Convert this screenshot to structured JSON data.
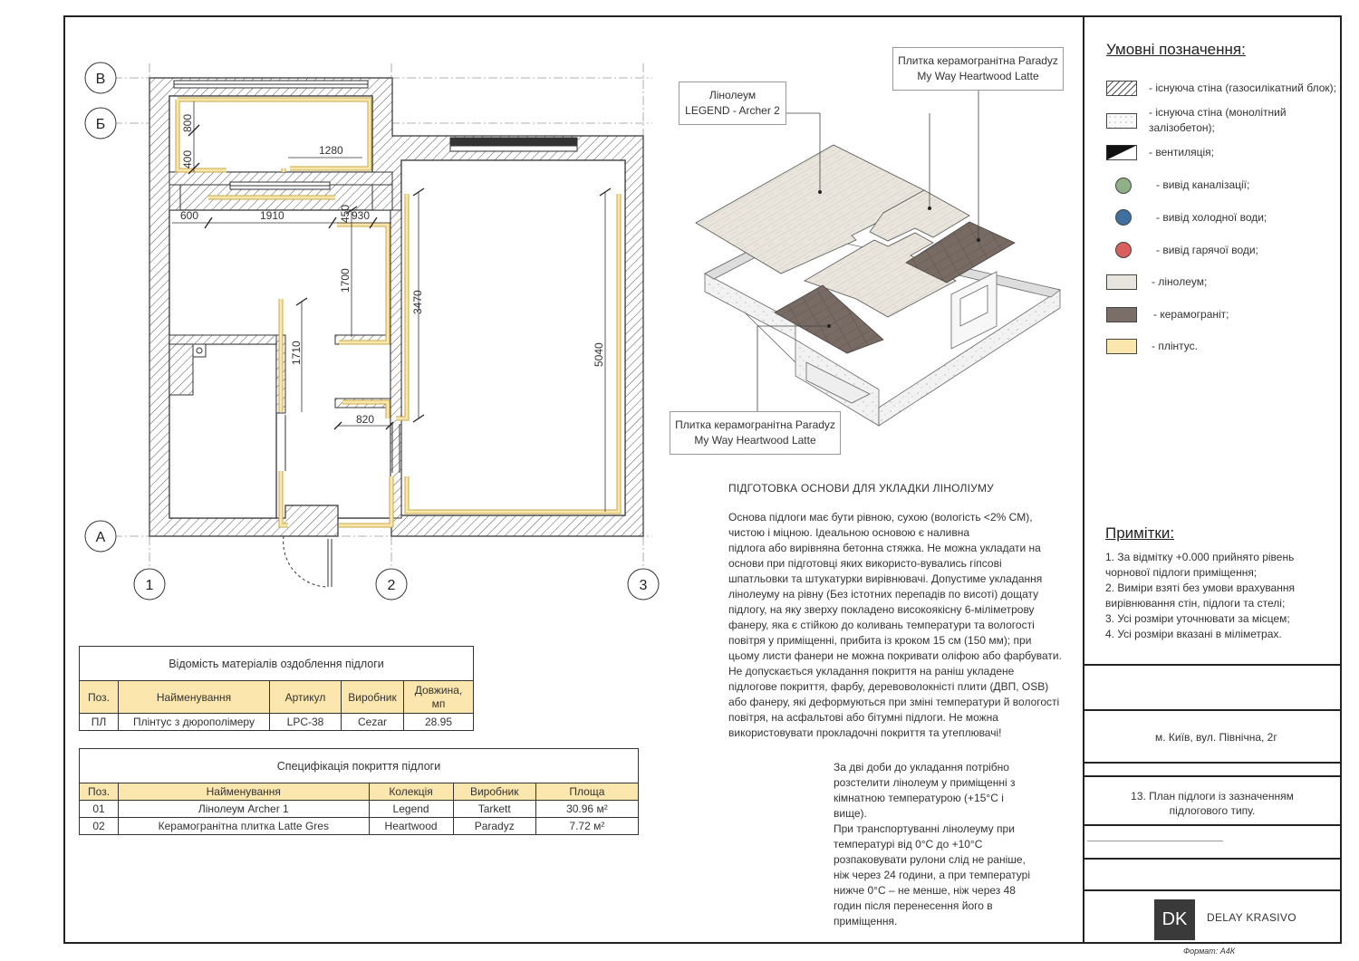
{
  "axes": {
    "b_up": "В",
    "b": "Б",
    "a": "А",
    "c1": "1",
    "c2": "2",
    "c3": "3"
  },
  "dims": {
    "d800": "800",
    "d400": "400",
    "d1280": "1280",
    "d600": "600",
    "d1910": "1910",
    "d450": "450",
    "d930": "930",
    "d1700": "1700",
    "d3470": "3470",
    "d1710": "1710",
    "d5040": "5040",
    "d820": "820"
  },
  "callouts": {
    "linoleum_1": "Лінолеум",
    "linoleum_2": "LEGEND - Archer 2",
    "tile_top_1": "Плитка керамогранітна Paradyz",
    "tile_top_2": "My Way Heartwood Latte",
    "tile_bot_1": "Плитка керамогранітна Paradyz",
    "tile_bot_2": "My Way Heartwood Latte"
  },
  "legend": {
    "title": "Умовні позначення:",
    "items": [
      {
        "label": "- існуюча стіна (газосилікатний блок);"
      },
      {
        "label": "- існуюча стіна (монолітний",
        "label2": "залізобетон);"
      },
      {
        "label": "- вентиляція;"
      },
      {
        "label": "- вивід каналізації;",
        "color": "#8faf87"
      },
      {
        "label": "- вивід холодної води;",
        "color": "#3e6fa0"
      },
      {
        "label": "- вивід гарячої води;",
        "color": "#d95f5f"
      },
      {
        "label": "- лінoлеум;",
        "color": "#e8e5de"
      },
      {
        "label": "- керамограніт;",
        "color": "#7a6e68"
      },
      {
        "label": "- плінтус.",
        "color": "#fbe6ad"
      }
    ]
  },
  "notes": {
    "title": "Примітки:",
    "lines": [
      "1. За відмітку +0.000 прийнято рівень",
      "чорнової підлоги приміщення;",
      "2. Виміри взяті без умови врахування",
      "вирівнювання стін, підлоги та стелі;",
      "3. Усі розміри уточнювати за місцем;",
      "4. Усі розміри вказані в міліметрах."
    ]
  },
  "title_block": {
    "address": "м. Київ, вул. Північна, 2г",
    "sheet_title_1": "13. План підлоги із зазначенням",
    "sheet_title_2": "підлогового типу.",
    "logo": "DK",
    "company": "DELAY KRASIVO",
    "format": "Формат: А4К"
  },
  "prep": {
    "title": "ПІДГОТОВКА ОСНОВИ ДЛЯ УКЛАДКИ ЛІНОЛІУМУ",
    "lines": [
      "Основа підлоги має бути рівною, сухою (вологість <2% CM),",
      "чистою і міцною. Ідеальною основою є наливна",
      "підлога або вирівняна бетонна стяжка. Не можна укладати на",
      "основи при підготовці яких використо-вувались гіпсові",
      "шпатльовки та штукатурки вирівнювачі. Допустиме укладання",
      "лінолеуму на рівну (Без істотних перепадів по висоті) дощату",
      "підлогу, на яку зверху покладено високоякісну 6-міліметрову",
      "фанеру, яка є стійкою до коливань температури та вологості",
      "повітря у приміщенні, прибита із кроком 15 см (150 мм); при",
      "цьому листи фанери не можна покривати оліфою або фарбувати.",
      "Не допускається укладання покриття на раніш укладене",
      "підлогове покриття, фарбу, деревоволокністі плити (ДВП, OSB)",
      "або фанеру, які деформуються при зміні температури й вологості",
      "повітря, на асфальтові або бітумні підлоги. Не можна",
      "використовувати прокладочні покриття та утеплювачі!"
    ],
    "lines2": [
      "За дві доби до укладання потрібно",
      "розстелити лінолеум у приміщенні з",
      "кімнатною температурою (+15°С і",
      "вище).",
      "При транспортуванні лінолеуму при",
      "температурі від 0°С до +10°С",
      "розпаковувати рулони слід не раніше,",
      "ніж через 24 години, а при температурі",
      "нижче 0°С – не менше, ніж через 48",
      "годин після перенесення його в",
      "приміщення."
    ]
  },
  "table1": {
    "caption": "Відомість матеріалів оздоблення підлоги",
    "headers": [
      "Поз.",
      "Найменування",
      "Артикул",
      "Виробник",
      "Довжина,",
      "мп"
    ],
    "row": [
      "ПЛ",
      "Плінтус з дюрополімеру",
      "LPC-38",
      "Cezar",
      "28.95"
    ]
  },
  "table2": {
    "caption": "Специфікація покриття підлоги",
    "headers": [
      "Поз.",
      "Найменування",
      "Колекція",
      "Виробник",
      "Площа"
    ],
    "rows": [
      [
        "01",
        "Лінолеум Archer 1",
        "Legend",
        "Tarkett",
        "30.96 м²"
      ],
      [
        "02",
        "Керамогранітна плитка Latte Gres",
        "Heartwood",
        "Paradyz",
        "7.72 м²"
      ]
    ]
  }
}
